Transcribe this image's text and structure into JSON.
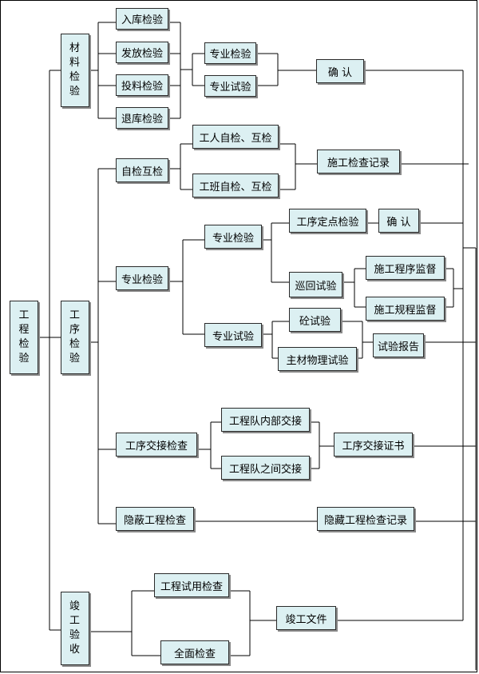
{
  "root": "工程检验",
  "stages": {
    "material": "材料检验",
    "process": "工序检验",
    "completion": "竣工验收"
  },
  "material": {
    "inbound": "入库检验",
    "dispatch": "发放检验",
    "feed": "投料检验",
    "return": "退库检验",
    "prof_inspection": "专业检验",
    "prof_test": "专业试验",
    "confirm": "确 认"
  },
  "process": {
    "self_check": "自检互检",
    "worker_check": "工人自检、互检",
    "team_check": "工班自检、互检",
    "construction_record": "施工检查记录",
    "prof_inspection": "专业检验",
    "sub_prof_inspection": "专业检验",
    "fixed_point": "工序定点检验",
    "confirm": "确 认",
    "patrol_test": "巡回试验",
    "procedure_supervision": "施工程序监督",
    "regulation_supervision": "施工规程监督",
    "sub_prof_test": "专业试验",
    "concrete_test": "砼试验",
    "material_physical_test": "主材物理试验",
    "test_report": "试验报告",
    "handover_check": "工序交接检查",
    "internal_handover": "工程队内部交接",
    "inter_handover": "工程队之间交接",
    "handover_certificate": "工序交接证书",
    "hidden_check": "隐蔽工程检查",
    "hidden_record": "隐藏工程检查记录"
  },
  "completion": {
    "trial_check": "工程试用检查",
    "full_check": "全面检查",
    "documents": "竣工文件"
  },
  "colors": {
    "box_fill": "#dcf0f2",
    "box_border": "#2a2a2a",
    "line": "#000000"
  }
}
